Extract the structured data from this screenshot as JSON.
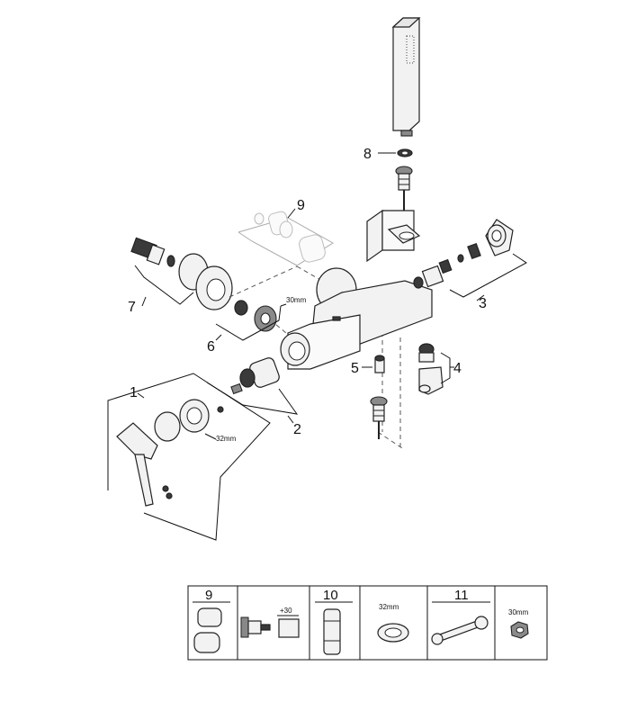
{
  "callouts": {
    "c1": "1",
    "c2": "2",
    "c3": "3",
    "c4": "4",
    "c5": "5",
    "c6": "6",
    "c7": "7",
    "c8": "8",
    "c9": "9"
  },
  "dimensions": {
    "nut_30": "30mm",
    "ring_32": "32mm"
  },
  "tools_table": {
    "col_9": "9",
    "col_10": "10",
    "col_11": "11",
    "extension": "+30",
    "ring_32": "32mm",
    "nut_30": "30mm"
  }
}
